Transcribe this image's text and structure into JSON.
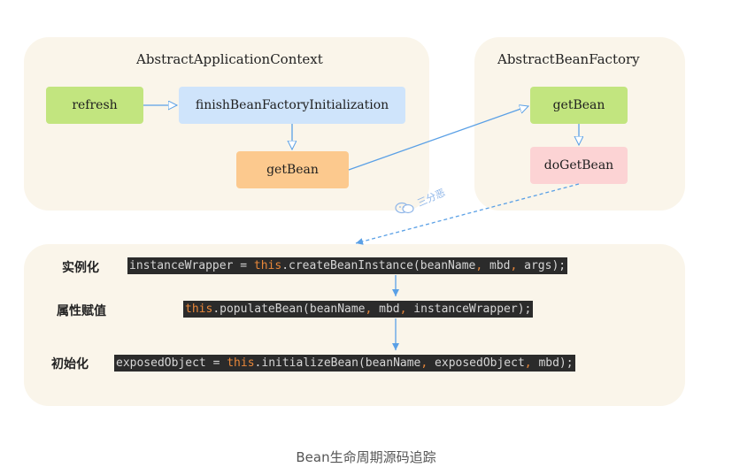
{
  "top_left_panel": {
    "title": "AbstractApplicationContext",
    "refresh": "refresh",
    "finish": "finishBeanFactoryInitialization",
    "getbean": "getBean"
  },
  "top_right_panel": {
    "title": "AbstractBeanFactory",
    "getbean": "getBean",
    "dogetbean": "doGetBean"
  },
  "watermark": {
    "text": "三分恶"
  },
  "bottom_panel": {
    "stages": [
      {
        "label": "实例化",
        "code": {
          "pre": "instanceWrapper = ",
          "kw": "this",
          "mid": ".createBeanInstance(beanName",
          "sep1": ",",
          "arg2": " mbd",
          "sep2": ",",
          "arg3": " args);"
        }
      },
      {
        "label": "属性赋值",
        "code": {
          "kw": "this",
          "mid": ".populateBean(beanName",
          "sep1": ",",
          "arg2": " mbd",
          "sep2": ",",
          "arg3": " instanceWrapper);"
        }
      },
      {
        "label": "初始化",
        "code": {
          "pre": "exposedObject = ",
          "kw": "this",
          "mid": ".initializeBean(beanName",
          "sep1": ",",
          "arg2": " exposedObject",
          "sep2": ",",
          "arg3": " mbd);"
        }
      }
    ]
  },
  "caption": "Bean生命周期源码追踪",
  "colors": {
    "panel_bg": "#faf5ea",
    "green_box": "#c2e57f",
    "blue_box": "#cfe4fb",
    "orange_box": "#fcc98e",
    "pink_box": "#fcd3d4",
    "arrow": "#5aa0e6",
    "code_bg": "#2b2b2b",
    "code_keyword": "#e8873a"
  }
}
